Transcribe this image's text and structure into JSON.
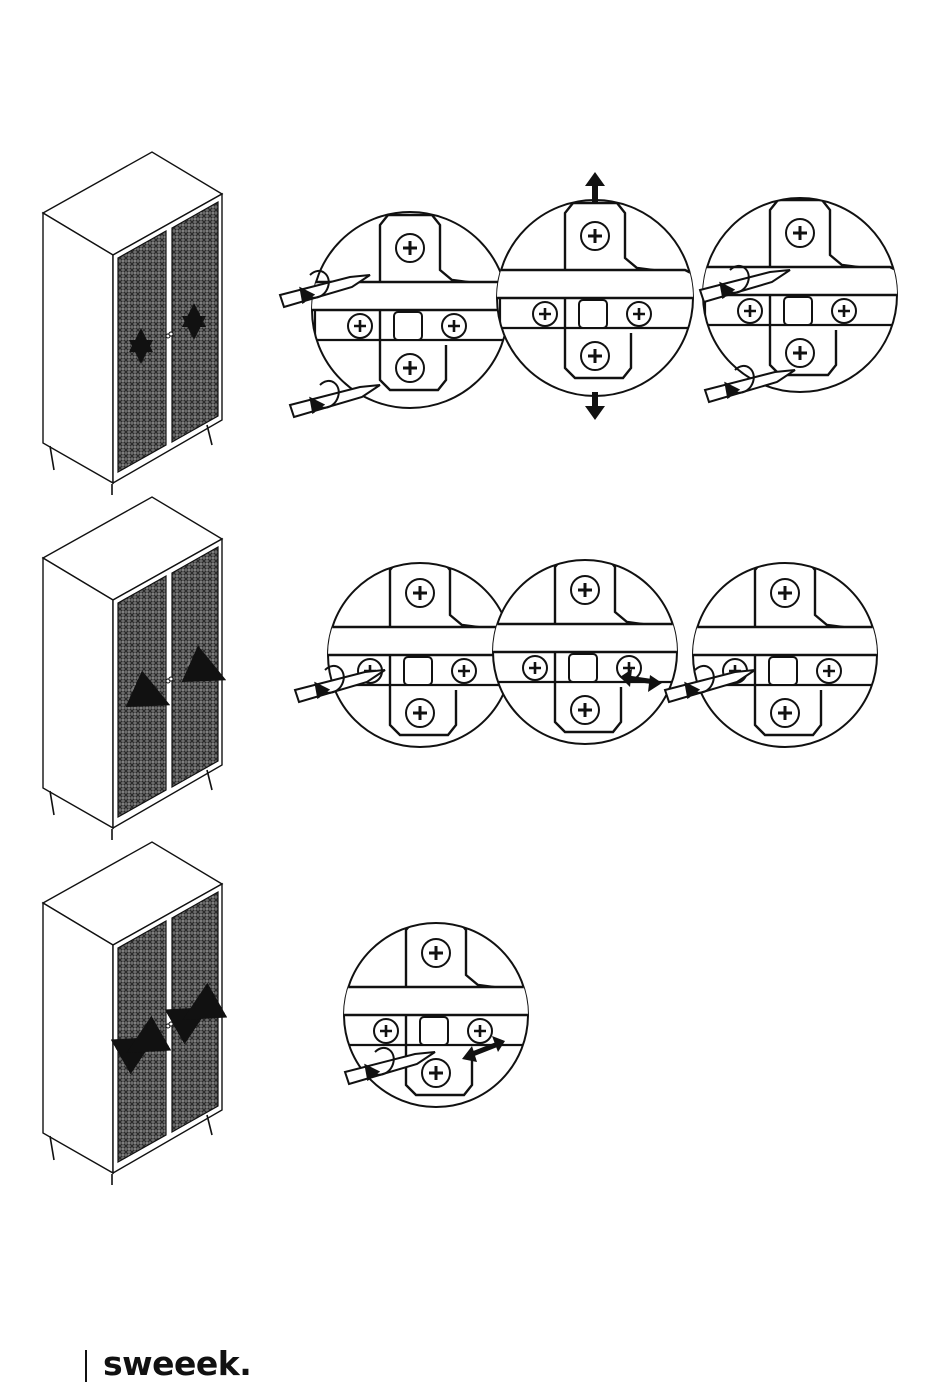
{
  "brand": {
    "name": "sweeek."
  },
  "steps": [
    {
      "id": "vertical-adjustment",
      "adjust_direction": "vertical"
    },
    {
      "id": "depth-adjustment",
      "adjust_direction": "depth"
    },
    {
      "id": "lateral-adjustment",
      "adjust_direction": "lateral"
    }
  ],
  "icons": [
    "cabinet-icon",
    "hinge-detail-icon",
    "screwdriver-icon",
    "rotation-arrow-icon",
    "direction-arrow-icon"
  ],
  "colors": {
    "line": "#111111",
    "mesh": "#555555",
    "background": "#ffffff"
  }
}
